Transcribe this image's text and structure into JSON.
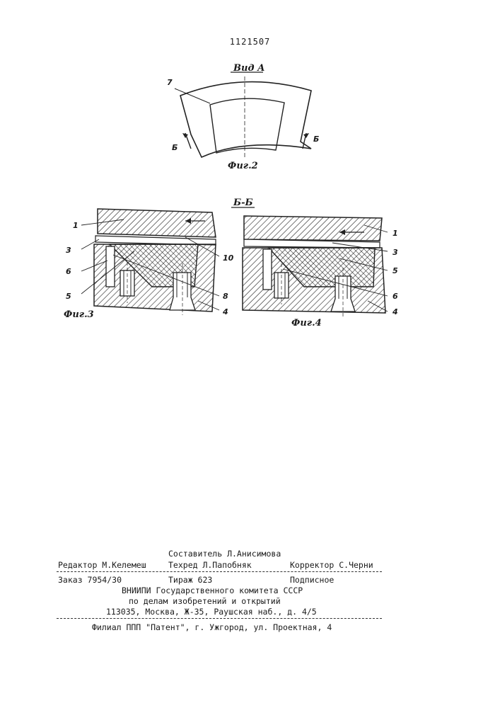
{
  "header": {
    "patent_number": "1121507"
  },
  "figures": {
    "fig2": {
      "view_label": "Вид А",
      "caption": "Фиг.2",
      "section_mark": "Б",
      "label_7": "7"
    },
    "fig3": {
      "section_title": "Б-Б",
      "caption": "Фиг.3",
      "labels": {
        "l1": "1",
        "l3": "3",
        "l6": "6",
        "l5": "5",
        "l10": "10",
        "l8": "8",
        "l4": "4"
      }
    },
    "fig4": {
      "caption": "Фиг.4",
      "labels": {
        "l1": "1",
        "l3": "3",
        "l5": "5",
        "l6": "6",
        "l4": "4"
      }
    }
  },
  "footer": {
    "compiler": "Составитель Л.Анисимова",
    "editor": "Редактор М.Келемеш",
    "techred": "Техред Л.Папобняк",
    "corrector": "Корректор С.Черни",
    "order": "Заказ 7954/30",
    "print_run": "Тираж 623",
    "subscription": "Подписное",
    "org_line1": "ВНИИПИ Государственного комитета СССР",
    "org_line2": "по делам изобретений и открытий",
    "address": "113035, Москва, Ж-35, Раушская наб., д. 4/5",
    "branch": "Филиал ППП \"Патент\", г. Ужгород, ул. Проектная, 4"
  }
}
